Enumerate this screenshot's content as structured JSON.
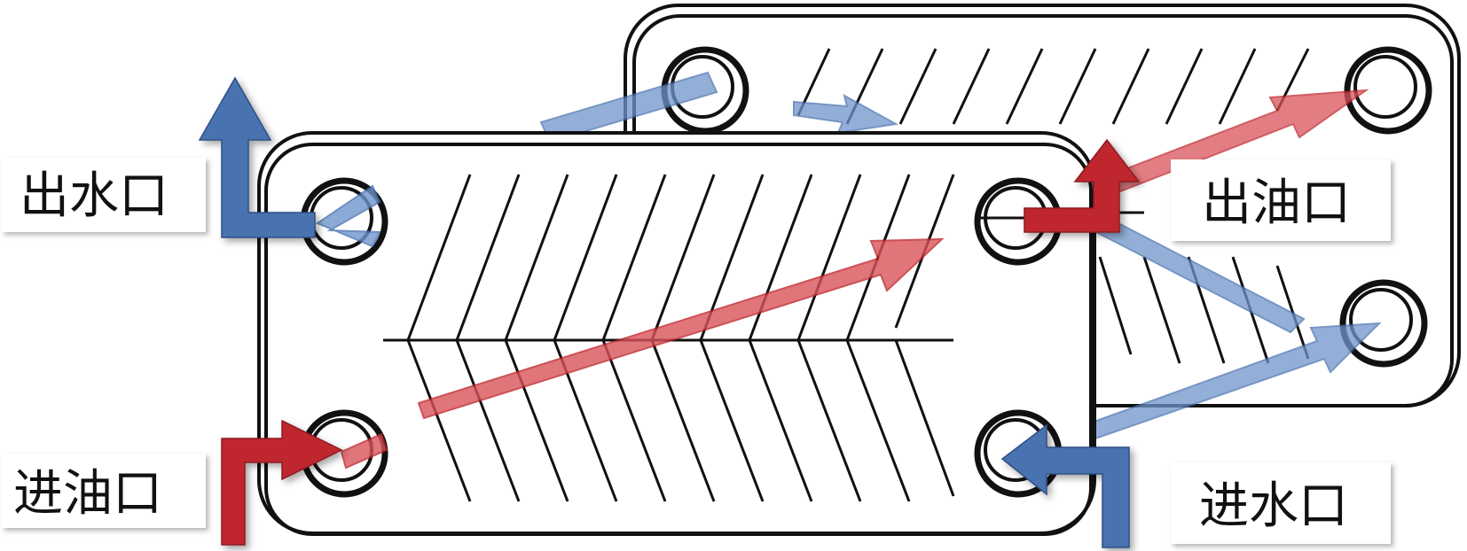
{
  "labels": {
    "water_outlet": "出水口",
    "oil_outlet": "出油口",
    "oil_inlet": "进油口",
    "water_inlet": "进水口"
  },
  "colors": {
    "oil_flow": "#c0262d",
    "water_flow": "#4a72b0",
    "oil_flow_translucent": "#d9535a",
    "water_flow_translucent": "#6f95cc",
    "plate_outline": "#111111",
    "background": "#ffffff"
  }
}
